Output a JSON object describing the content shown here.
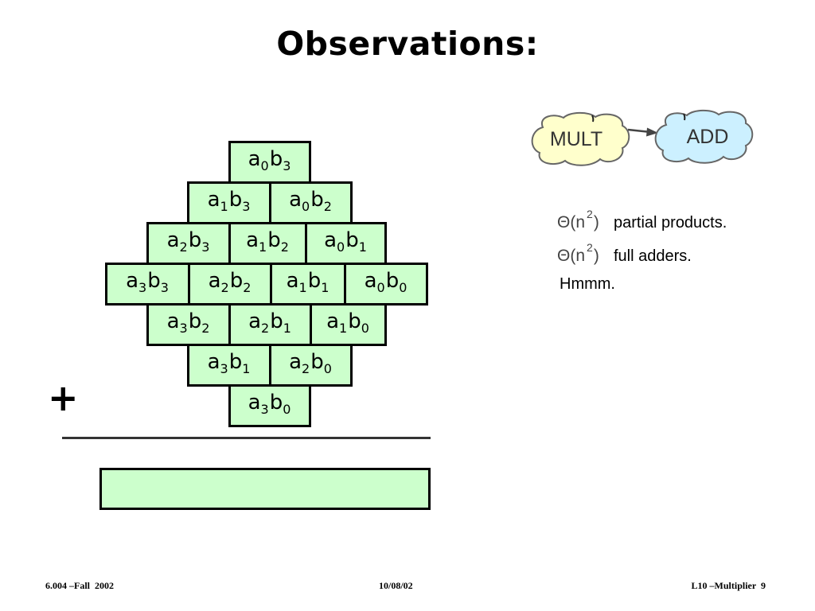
{
  "slide": {
    "title": "Observations:"
  },
  "partial_products": {
    "multiplicand_symbol": "a",
    "multiplier_symbol": "b",
    "rows": [
      [
        {
          "a_sub": "0",
          "b_sub": "3"
        }
      ],
      [
        {
          "a_sub": "1",
          "b_sub": "3"
        },
        {
          "a_sub": "0",
          "b_sub": "2"
        }
      ],
      [
        {
          "a_sub": "2",
          "b_sub": "3"
        },
        {
          "a_sub": "1",
          "b_sub": "2"
        },
        {
          "a_sub": "0",
          "b_sub": "1"
        }
      ],
      [
        {
          "a_sub": "3",
          "b_sub": "3"
        },
        {
          "a_sub": "2",
          "b_sub": "2"
        },
        {
          "a_sub": "1",
          "b_sub": "1"
        },
        {
          "a_sub": "0",
          "b_sub": "0"
        }
      ],
      [
        {
          "a_sub": "3",
          "b_sub": "2"
        },
        {
          "a_sub": "2",
          "b_sub": "1"
        },
        {
          "a_sub": "1",
          "b_sub": "0"
        }
      ],
      [
        {
          "a_sub": "3",
          "b_sub": "1"
        },
        {
          "a_sub": "2",
          "b_sub": "0"
        }
      ],
      [
        {
          "a_sub": "3",
          "b_sub": "0"
        }
      ]
    ],
    "sum_operator": "+"
  },
  "flow": {
    "from": "MULT",
    "to": "ADD"
  },
  "notes": [
    {
      "theta_open": "Θ(n",
      "exponent": "2",
      "theta_close": ")",
      "text": "partial products."
    },
    {
      "theta_open": "Θ(n",
      "exponent": "2",
      "theta_close": ")",
      "text": "full adders."
    },
    {
      "text": "Hmmm."
    }
  ],
  "footer": {
    "left": "6.004 –Fall  2002",
    "center": "10/08/02",
    "right": "L10 –Multiplier  9"
  },
  "colors": {
    "cell_fill": "#ccffcc",
    "cell_border": "#000000",
    "mult_cloud": "#ffffcc",
    "add_cloud": "#ccf0ff",
    "cloud_outline": "#666666",
    "arrow": "#444444"
  }
}
